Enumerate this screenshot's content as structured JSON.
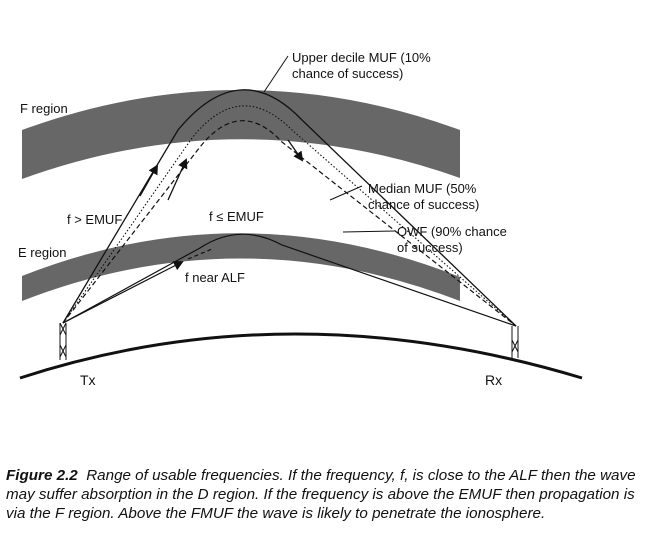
{
  "labels": {
    "upper_decile_1": "Upper decile MUF (10%",
    "upper_decile_2": "chance of success)",
    "median_1": "Median MUF (50%",
    "median_2": "chance of success)",
    "owf_1": "OWF (90% chance",
    "owf_2": "of success)",
    "f_region": "F region",
    "e_region": "E region",
    "f_gt_emuf": "f > EMUF",
    "f_le_emuf": "f ≤ EMUF",
    "f_near_alf": "f near ALF",
    "tx": "Tx",
    "rx": "Rx"
  },
  "caption": {
    "figure": "Figure 2.2",
    "text": "Range of usable frequencies. If the frequency, f, is close to the ALF then the wave may suffer absorption in the D region. If the frequency is above the EMUF then propagation is via the F region. Above the FMUF the wave is likely to penetrate the ionosphere."
  },
  "colors": {
    "band": "#676767",
    "line": "#111111"
  }
}
